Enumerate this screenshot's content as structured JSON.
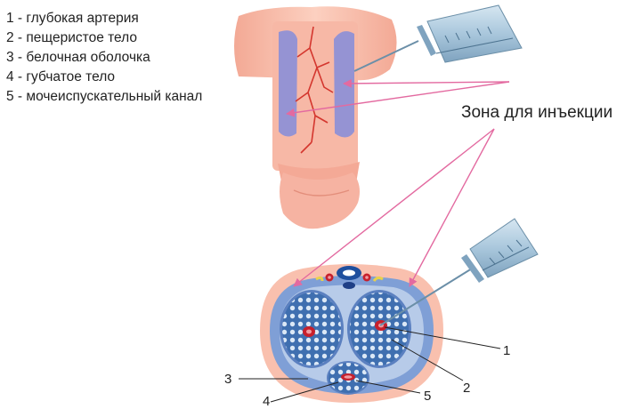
{
  "legend": [
    {
      "number": "1",
      "text": "глубокая артерия"
    },
    {
      "number": "2",
      "text": "пещеристое тело"
    },
    {
      "number": "3",
      "text": "белочная оболочка"
    },
    {
      "number": "4",
      "text": "губчатое тело"
    },
    {
      "number": "5",
      "text": "мочеиспускательный канал"
    }
  ],
  "zone_label": "Зона для инъекции",
  "callouts": [
    "1",
    "2",
    "3",
    "4",
    "5"
  ],
  "colors": {
    "skin": "#f9c0ae",
    "cavernous": "#8a8fd8",
    "tunica": "#7f9fd6",
    "artery": "#c7202c",
    "arrow": "#e36aa0",
    "syringe": "#9fbfd6"
  },
  "icons": [
    "syringe-icon",
    "syringe-icon"
  ]
}
